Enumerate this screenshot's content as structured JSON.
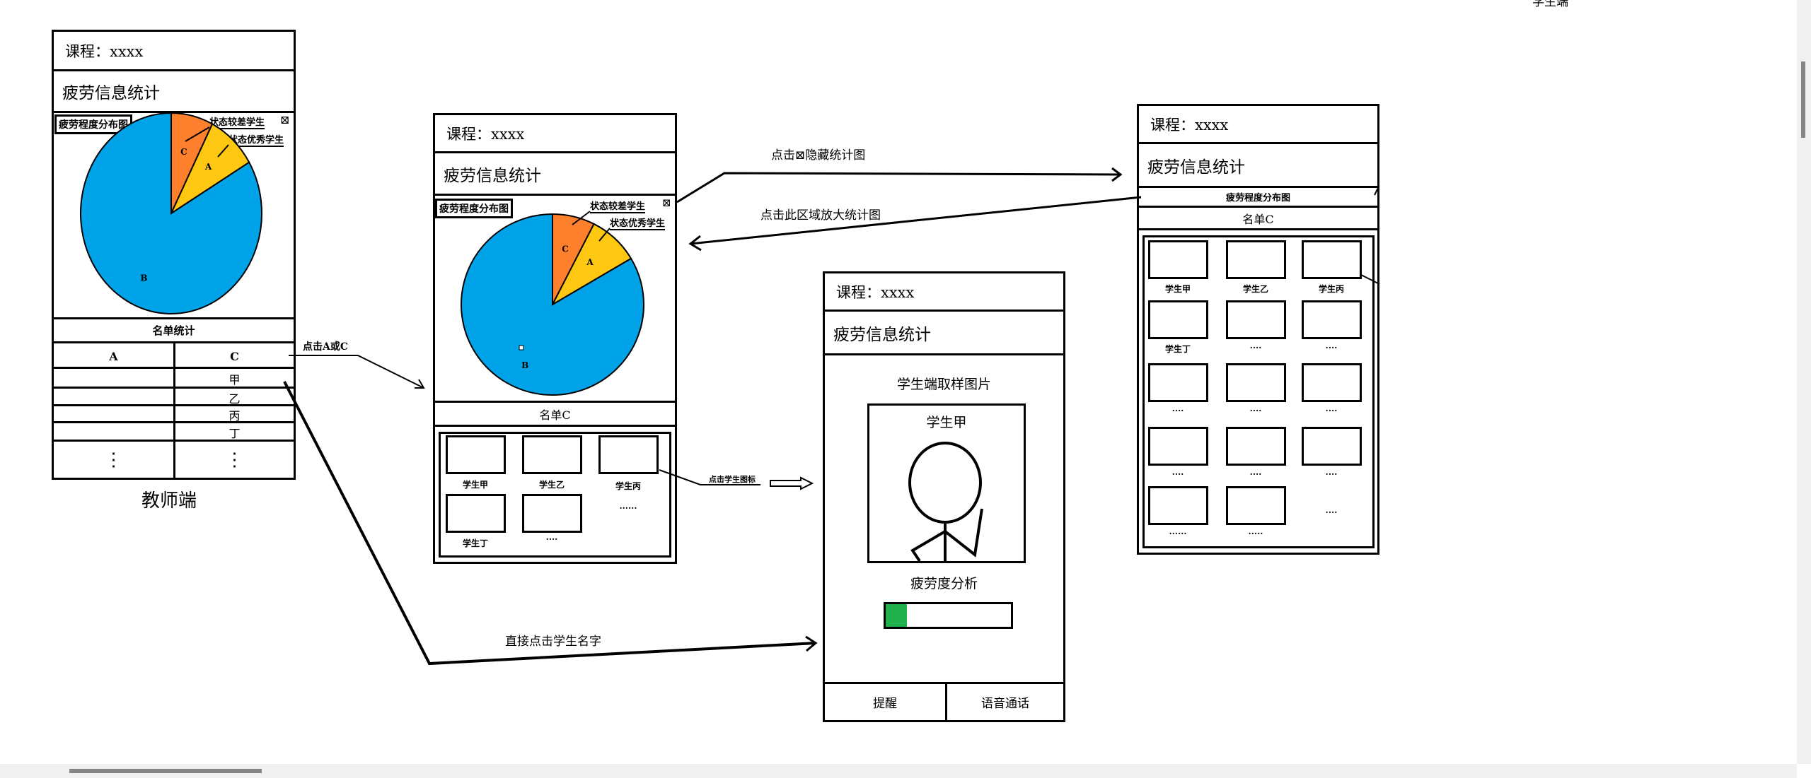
{
  "common": {
    "course_label": "课程：xxxx",
    "fatigue_title": "疲劳信息统计",
    "chart_legend": "疲劳程度分布图",
    "callout_poor": "状态较差学生",
    "callout_good": "状态优秀学生",
    "close_glyph": "⊠"
  },
  "charts": {
    "fatigue_distribution": {
      "type": "pie",
      "slices": [
        {
          "label": "C",
          "value": 7.5,
          "color": "#fe7f2c"
        },
        {
          "label": "A",
          "value": 9,
          "color": "#fec712"
        },
        {
          "label": "B",
          "value": 83.5,
          "color": "#00a2e8"
        }
      ]
    }
  },
  "teacher": {
    "caption": "教师端",
    "list_title": "名单统计",
    "col_a": "A",
    "col_c": "C",
    "c_names": [
      "甲",
      "乙",
      "丙",
      "丁"
    ],
    "ellipsis": "⋮"
  },
  "list_c": {
    "title": "名单C",
    "students": [
      "学生甲",
      "学生乙",
      "学生丙",
      "学生丁",
      "····",
      "······"
    ]
  },
  "student_detail": {
    "sample_title": "学生端取样图片",
    "photo_name": "学生甲",
    "analysis_title": "疲劳度分析",
    "fatigue_progress_pct": 17,
    "progress_color": "#22b14c",
    "remind_button": "提醒",
    "voice_call_button": "语音通话"
  },
  "collapsed": {
    "chart_bar": "疲劳程度分布图",
    "title": "名单C",
    "students": [
      "学生甲",
      "学生乙",
      "学生丙",
      "学生丁",
      "····",
      "····",
      "····",
      "····",
      "····",
      "····",
      "····",
      "····",
      "······",
      "·····",
      "····"
    ]
  },
  "annotations": {
    "click_a_or_c": "点击A或C",
    "click_name": "直接点击学生名字",
    "hide_chart": "点击⊠隐藏统计图",
    "enlarge_chart": "点击此区域放大统计图",
    "click_icon": "点击学生图标",
    "student_side": "学生端"
  }
}
